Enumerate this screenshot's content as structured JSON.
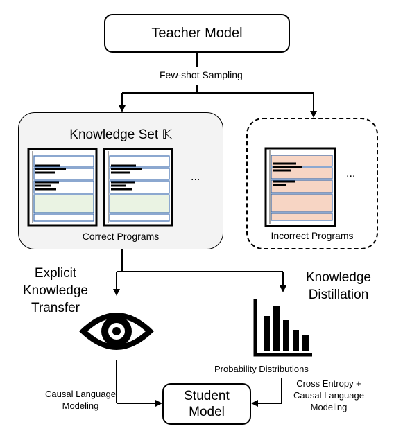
{
  "teacher_model": "Teacher Model",
  "few_shot_sampling": "Few-shot Sampling",
  "knowledge_set": "Knowledge Set 𝕂",
  "correct_programs": "Correct Programs",
  "incorrect_programs": "Incorrect Programs",
  "ellipsis": "...",
  "explicit_transfer": [
    "Explicit",
    "Knowledge",
    "Transfer"
  ],
  "knowledge_distillation": [
    "Knowledge",
    "Distillation"
  ],
  "probability_distributions": "Probability Distributions",
  "causal_lm": [
    "Causal Language",
    "Modeling"
  ],
  "ce_causal_lm": [
    "Cross Entropy +",
    "Causal Language",
    "Modeling"
  ],
  "student_model": [
    "Student",
    "Model"
  ],
  "colors": {
    "correct_fill": "#eaf3e3",
    "incorrect_fill": "#f7d5c4",
    "code_border": "#3f6fb0",
    "panel_bg": "#f3f3f3"
  },
  "icons": {
    "transfer": "eye-icon",
    "distillation": "bar-chart-icon",
    "program": "code-document-icon"
  }
}
